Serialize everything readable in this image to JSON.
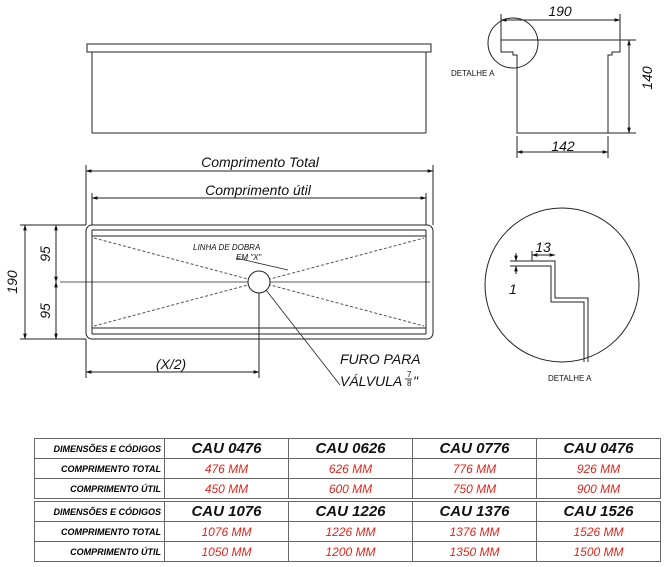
{
  "drawing": {
    "top_dim_width": "190",
    "top_dim_height": "140",
    "top_dim_base": "142",
    "detail_label_top": "DETALHE A",
    "comprimento_total": "Comprimento Total",
    "comprimento_util": "Comprimento útil",
    "dim_190": "190",
    "dim_95_top": "95",
    "dim_95_bottom": "95",
    "x_half": "(X/2)",
    "linha_dobra_1": "LINHA DE DOBRA",
    "linha_dobra_2": "EM \"X\"",
    "furo_1": "FURO PARA",
    "furo_2": "VÁLVULA",
    "furo_frac_num": "7",
    "furo_frac_den": "8",
    "furo_inch": "\"",
    "detail_13": "13",
    "detail_1": "1",
    "detail_label_bottom": "DETALHE A"
  },
  "table": {
    "groups": [
      {
        "header": "DIMENSÕES E CÓDIGOS",
        "codes": [
          "CAU 0476",
          "CAU 0626",
          "CAU 0776",
          "CAU 0476"
        ],
        "rows": [
          {
            "label": "COMPRIMENTO TOTAL",
            "values": [
              "476 MM",
              "626 MM",
              "776 MM",
              "926 MM"
            ]
          },
          {
            "label": "COMPRIMENTO ÚTIL",
            "values": [
              "450 MM",
              "600 MM",
              "750 MM",
              "900 MM"
            ]
          }
        ]
      },
      {
        "header": "DIMENSÕES E CÓDIGOS",
        "codes": [
          "CAU 1076",
          "CAU 1226",
          "CAU 1376",
          "CAU 1526"
        ],
        "rows": [
          {
            "label": "COMPRIMENTO TOTAL",
            "values": [
              "1076 MM",
              "1226 MM",
              "1376 MM",
              "1526 MM"
            ]
          },
          {
            "label": "COMPRIMENTO ÚTIL",
            "values": [
              "1050 MM",
              "1200 MM",
              "1350 MM",
              "1500 MM"
            ]
          }
        ]
      }
    ]
  }
}
